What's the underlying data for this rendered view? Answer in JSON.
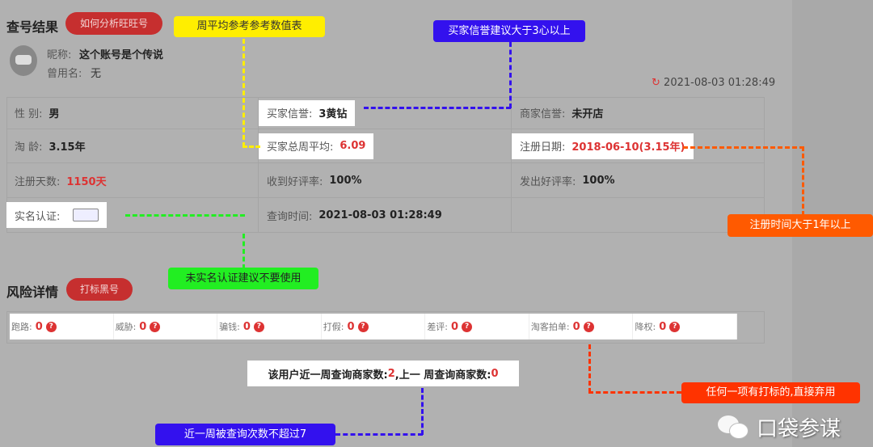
{
  "header": {
    "title": "查号结果",
    "analyze_button": "如何分析旺旺号",
    "nickname_label": "昵称:",
    "nickname": "这个账号是个传说",
    "former_label": "曾用名:",
    "former": "无",
    "timestamp": "2021-08-03 01:28:49"
  },
  "info": [
    [
      {
        "label": "性 别:",
        "value": "男"
      },
      {
        "label": "买家信誉:",
        "value": "3黄钻"
      },
      {
        "label": "商家信誉:",
        "value": "未开店"
      }
    ],
    [
      {
        "label": "淘 龄:",
        "value": "3.15年"
      },
      {
        "label": "买家总周平均:",
        "value": "6.09"
      },
      {
        "label": "注册日期:",
        "value": "2018-06-10(3.15年)"
      }
    ],
    [
      {
        "label": "注册天数:",
        "value": "1150天"
      },
      {
        "label": "收到好评率:",
        "value": "100%"
      },
      {
        "label": "发出好评率:",
        "value": "100%"
      }
    ],
    [
      {
        "label": "实名认证:",
        "value": ""
      },
      {
        "label": "查询时间:",
        "value": "2021-08-03 01:28:49"
      },
      {
        "label": "",
        "value": ""
      }
    ]
  ],
  "risk": {
    "title": "风险详情",
    "mark_button": "打标黑号",
    "items": [
      {
        "label": "跑路:",
        "value": "0"
      },
      {
        "label": "威胁:",
        "value": "0"
      },
      {
        "label": "骗钱:",
        "value": "0"
      },
      {
        "label": "打假:",
        "value": "0"
      },
      {
        "label": "差评:",
        "value": "0"
      },
      {
        "label": "淘客拍单:",
        "value": "0"
      },
      {
        "label": "降权:",
        "value": "0"
      }
    ]
  },
  "query": {
    "prefix": "该用户近一周查询商家数:",
    "week": "2",
    "mid": ",上一 周查询商家数:",
    "last": "0"
  },
  "notes": {
    "weekly": "周平均参考参考数值表",
    "buyer_credit": "买家信誉建议大于3心以上",
    "reg_time": "注册时间大于1年以上",
    "realname": "未实名认证建议不要使用",
    "marked": "任何一项有打标的,直接弃用",
    "queried": "近一周被查询次数不超过7"
  },
  "watermark": "口袋参谋",
  "colors": {
    "yellow": "#ffee00",
    "blue": "#3311ee",
    "orange": "#ff5a00",
    "green": "#22ee22",
    "red": "#c62f2f"
  }
}
